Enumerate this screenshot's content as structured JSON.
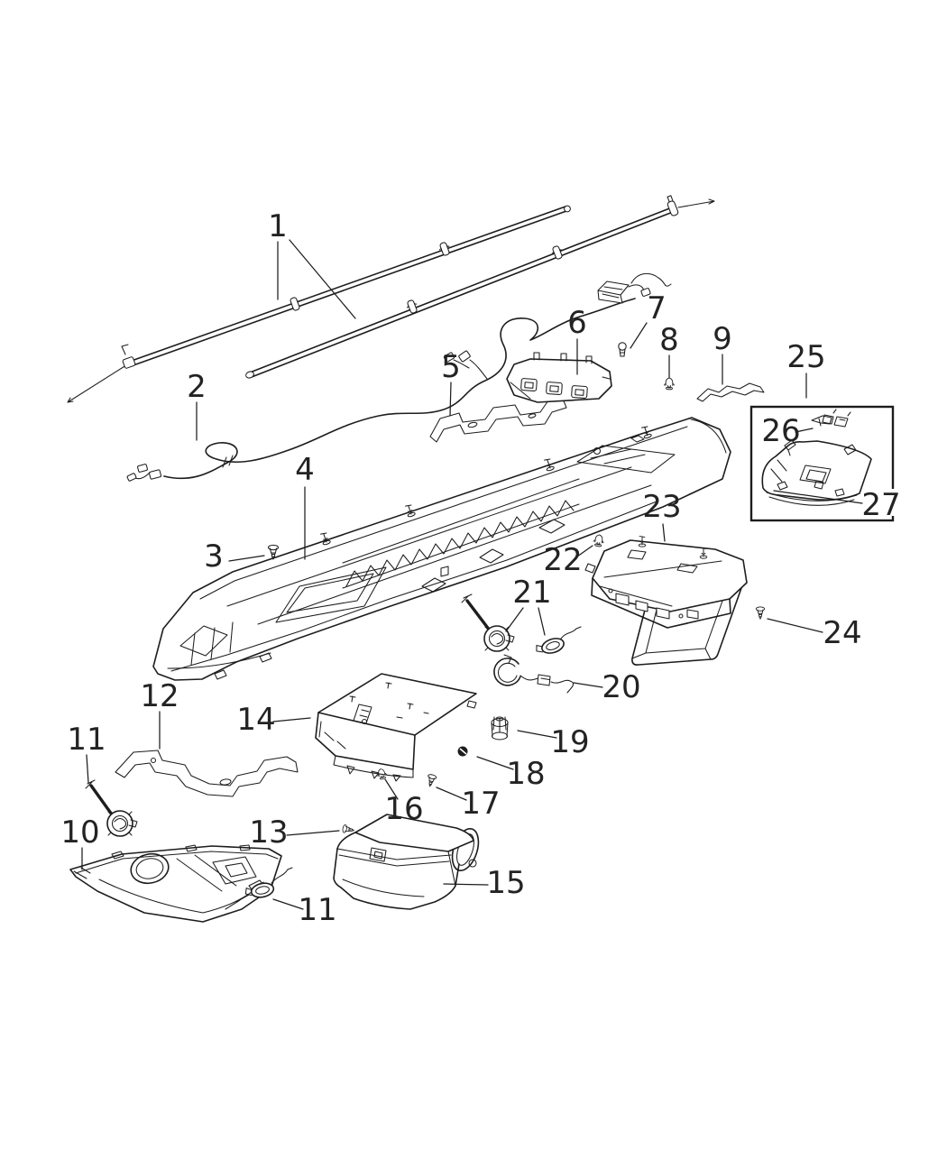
{
  "diagram": {
    "kind": "exploded-parts-line-diagram",
    "subject": "overhead-console-assembly",
    "colors": {
      "line": "#1d1d1d",
      "background": "#ffffff",
      "label": "#232323"
    },
    "callouts": [
      {
        "text": "1"
      },
      {
        "text": "2"
      },
      {
        "text": "3"
      },
      {
        "text": "4"
      },
      {
        "text": "5"
      },
      {
        "text": "6"
      },
      {
        "text": "7"
      },
      {
        "text": "8"
      },
      {
        "text": "9"
      },
      {
        "text": "10"
      },
      {
        "text": "11"
      },
      {
        "text": "11"
      },
      {
        "text": "12"
      },
      {
        "text": "13"
      },
      {
        "text": "14"
      },
      {
        "text": "15"
      },
      {
        "text": "16"
      },
      {
        "text": "17"
      },
      {
        "text": "18"
      },
      {
        "text": "19"
      },
      {
        "text": "20"
      },
      {
        "text": "21"
      },
      {
        "text": "22"
      },
      {
        "text": "23"
      },
      {
        "text": "24"
      },
      {
        "text": "25"
      },
      {
        "text": "26"
      },
      {
        "text": "27"
      }
    ]
  }
}
